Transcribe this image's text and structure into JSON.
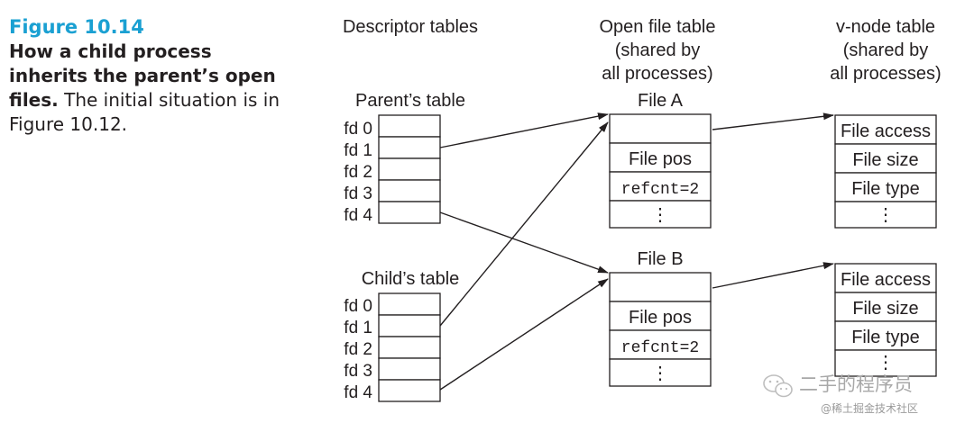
{
  "caption": {
    "figure_label": "Figure 10.14",
    "title": "How a child process inherits the parent’s open files.",
    "description": " The initial situation is in Figure 10.12."
  },
  "headers": {
    "descriptor": "Descriptor tables",
    "open_file": [
      "Open file table",
      "(shared by",
      "all processes)"
    ],
    "vnode": [
      "v-node table",
      "(shared by",
      "all processes)"
    ]
  },
  "parent_table": {
    "label": "Parent’s table",
    "fds": [
      "fd 0",
      "fd 1",
      "fd 2",
      "fd 3",
      "fd 4"
    ]
  },
  "child_table": {
    "label": "Child’s table",
    "fds": [
      "fd 0",
      "fd 1",
      "fd 2",
      "fd 3",
      "fd 4"
    ]
  },
  "file_a": {
    "label": "File A",
    "rows": [
      "",
      "File pos",
      "refcnt=2",
      "⋮"
    ]
  },
  "file_b": {
    "label": "File B",
    "rows": [
      "",
      "File pos",
      "refcnt=2",
      "⋮"
    ]
  },
  "vnode_a": {
    "rows": [
      "File access",
      "File size",
      "File type",
      "⋮"
    ]
  },
  "vnode_b": {
    "rows": [
      "File access",
      "File size",
      "File type",
      "⋮"
    ]
  },
  "watermark": {
    "line1": "二手的程序员",
    "line2": "@稀土掘金技术社区"
  },
  "colors": {
    "figure_label": "#1aa0d2",
    "ink": "#231f20",
    "box_border": "#231f20"
  }
}
